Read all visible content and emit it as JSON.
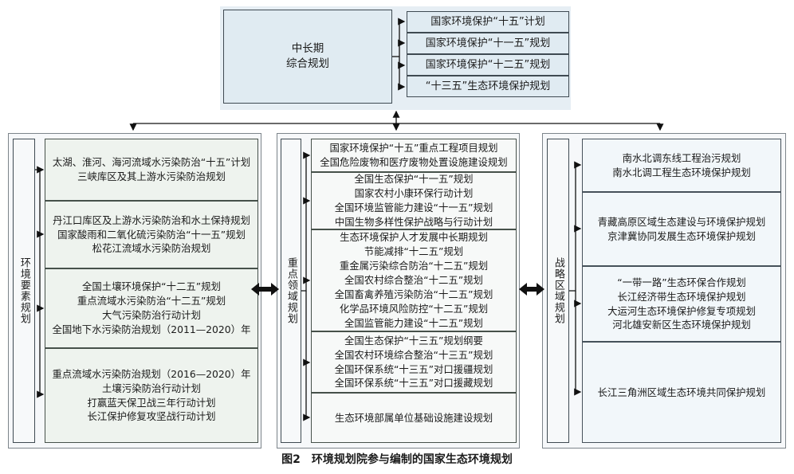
{
  "figure": {
    "caption_label": "图2",
    "caption_text": "环境规划院参与编制的国家生态环境规划"
  },
  "top": {
    "root_box": {
      "line1": "中长期",
      "line2": "综合规划"
    },
    "plans": [
      "国家环境保护“十五”计划",
      "国家环境保护“十一五”规划",
      "国家环境保护“十二五”规划",
      "“十三五”生态环境保护规划"
    ]
  },
  "columns": [
    {
      "spine_label": "环境要素规划",
      "cells": [
        {
          "lines": [
            "太湖、淮河、海河流域水污染防治“十五”计划",
            "三峡库区及其上游水污染防治规划"
          ]
        },
        {
          "lines": [
            "丹江口库区及上游水污染防治和水土保持规划",
            "国家酸雨和二氧化硫污染防治“十一五”规划",
            "松花江流域水污染防治规划"
          ]
        },
        {
          "lines": [
            "全国土壤环境保护“十二五”规划",
            "重点流域水污染防治“十二五”规划",
            "大气污染防治行动计划",
            "全国地下水污染防治规划（2011—2020）年"
          ]
        },
        {
          "lines": [
            "重点流域水污染防治规划（2016—2020）年",
            "土壤污染防治行动计划",
            "打赢蓝天保卫战三年行动计划",
            "长江保护修复攻坚战行动计划"
          ]
        }
      ]
    },
    {
      "spine_label": "重点领域规划",
      "cells": [
        {
          "lines": [
            "国家环境保护“十五”重点工程项目规划",
            "全国危险废物和医疗废物处置设施建设规划"
          ]
        },
        {
          "lines": [
            "全国生态保护“十一五”规划",
            "国家农村小康环保行动计划",
            "全国环境监管能力建设“十一五”规划",
            "中国生物多样性保护战略与行动计划"
          ]
        },
        {
          "lines": [
            "生态环境保护人才发展中长期规划",
            "节能减排“十二五”规划",
            "重金属污染综合防治“十二五”规划",
            "全国农村综合整治“十二五”规划",
            "全国畜禽养殖污染防治“十二五”规划",
            "化学品环境风险防控“十二五”规划",
            "全国监管能力建设“十二五”规划"
          ]
        },
        {
          "lines": [
            "全国生态保护“十三五”规划纲要",
            "全国农村环境综合整治“十三五”规划",
            "全国环保系统“十三五”对口援疆规划",
            "全国环保系统“十三五”对口援藏规划"
          ]
        },
        {
          "lines": [
            "生态环境部属单位基础设施建设规划"
          ]
        }
      ]
    },
    {
      "spine_label": "战略区域规划",
      "cells": [
        {
          "lines": [
            "南水北调东线工程治污规划",
            "南水北调工程生态环境保护规划"
          ]
        },
        {
          "lines": [
            "青藏高原区域生态建设与环境保护规划",
            "京津冀协同发展生态环境保护规划"
          ]
        },
        {
          "lines": [
            "“一带一路”生态环保合作规划",
            "长江经济带生态环境保护规划",
            "大运河生态环境保护修复专项规划",
            "河北雄安新区生态环境保护规划"
          ]
        },
        {
          "lines": [
            "长江三角洲区域生态环境共同保护规划"
          ]
        }
      ]
    }
  ],
  "colors": {
    "top_panel_bg": "#e6eef4",
    "top_box_fill": "#e0ebf2",
    "left_cell_fill": "#eef3ee",
    "mid_cell_fill": "#f7f9f8",
    "right_cell_fill": "#f2f7fa",
    "border": "#3f4a52",
    "arrow": "#111111"
  }
}
